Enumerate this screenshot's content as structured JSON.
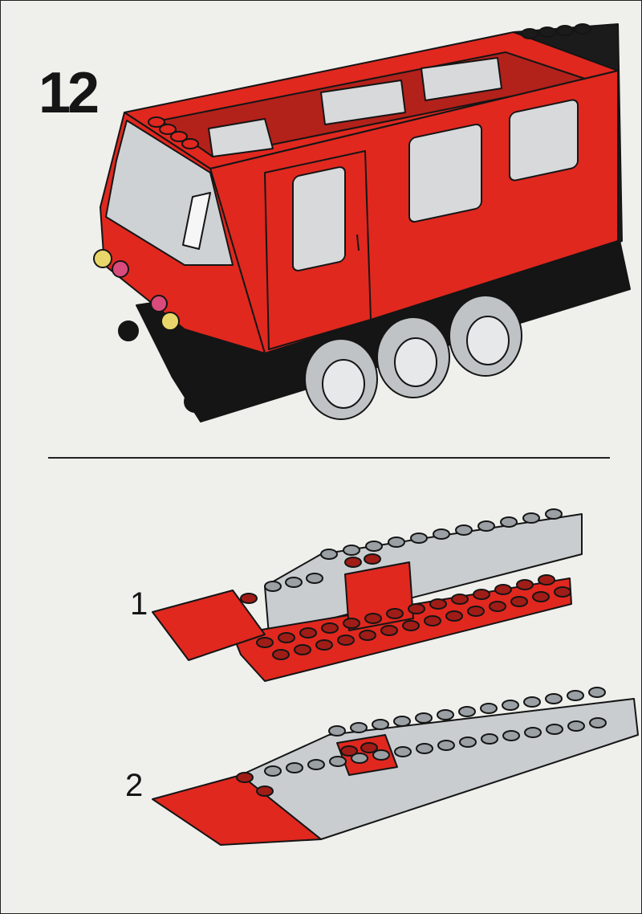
{
  "page": {
    "step_number": "12",
    "substeps": [
      {
        "label": "1"
      },
      {
        "label": "2"
      }
    ]
  },
  "colors": {
    "red": "#e0281f",
    "gray": "#c9cdd0",
    "black": "#151515",
    "paper": "#efefec"
  }
}
